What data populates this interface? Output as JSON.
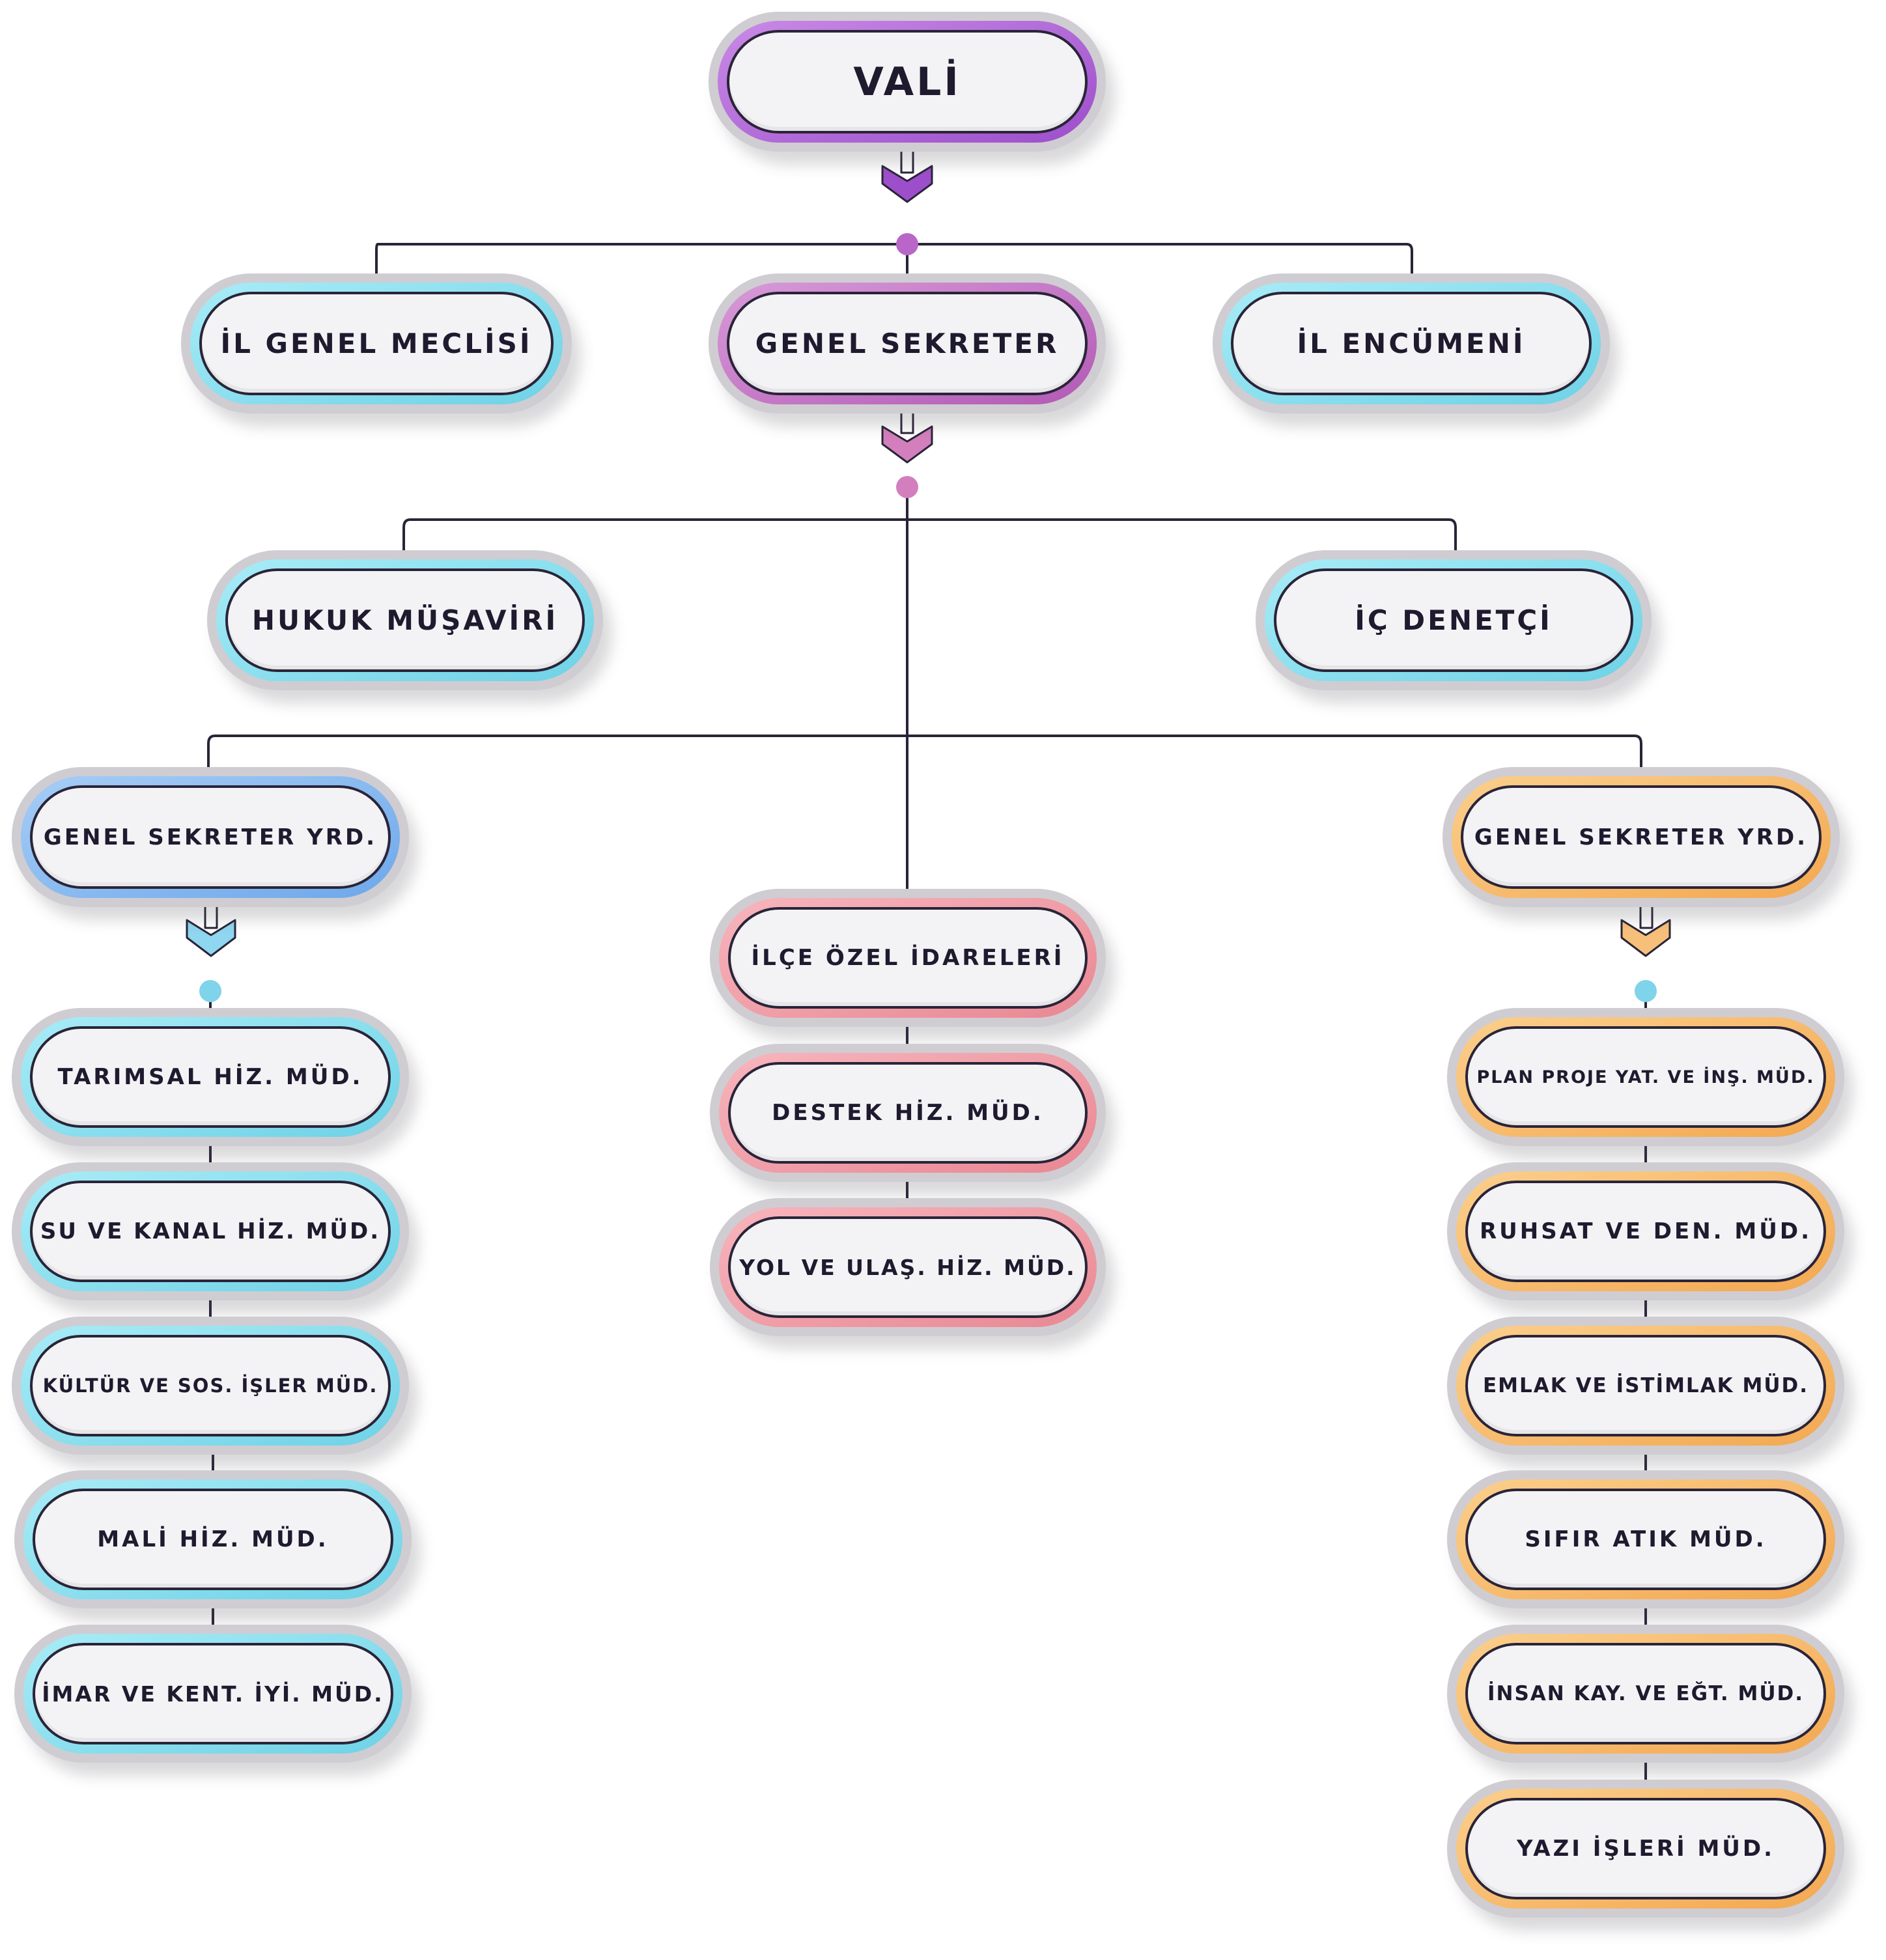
{
  "chart": {
    "top": {
      "label": "VALİ"
    },
    "council": {
      "label": "İL GENEL MECLİSİ"
    },
    "secretary_general": {
      "label": "GENEL SEKRETER"
    },
    "committee": {
      "label": "İL ENCÜMENİ"
    },
    "legal_advisor": {
      "label": "HUKUK MÜŞAVİRİ"
    },
    "internal_auditor": {
      "label": "İÇ DENETÇİ"
    },
    "deputy_left": {
      "label": "GENEL SEKRETER YRD.",
      "units": [
        {
          "label": "TARIMSAL HİZ. MÜD."
        },
        {
          "label": "SU VE KANAL HİZ. MÜD."
        },
        {
          "label": "KÜLTÜR VE SOS. İŞLER MÜD."
        },
        {
          "label": "MALİ HİZ. MÜD."
        },
        {
          "label": "İMAR VE KENT. İYİ. MÜD."
        }
      ]
    },
    "center_units": [
      {
        "label": "İLÇE ÖZEL İDARELERİ"
      },
      {
        "label": "DESTEK HİZ. MÜD."
      },
      {
        "label": "YOL VE ULAŞ. HİZ. MÜD."
      }
    ],
    "deputy_right": {
      "label": "GENEL SEKRETER YRD.",
      "units": [
        {
          "label": "PLAN PROJE YAT. VE İNŞ. MÜD."
        },
        {
          "label": "RUHSAT VE DEN. MÜD."
        },
        {
          "label": "EMLAK VE İSTİMLAK MÜD."
        },
        {
          "label": "SIFIR ATIK MÜD."
        },
        {
          "label": "İNSAN KAY. VE EĞT. MÜD."
        },
        {
          "label": "YAZI İŞLERİ MÜD."
        }
      ]
    }
  },
  "colors": {
    "purple": "#9d4fcb",
    "violet": "#b25ab5",
    "cyan": "#6fd2e6",
    "blue": "#6ea8ea",
    "pink": "#e98893",
    "orange": "#f3a851",
    "line": "#2a2438"
  }
}
